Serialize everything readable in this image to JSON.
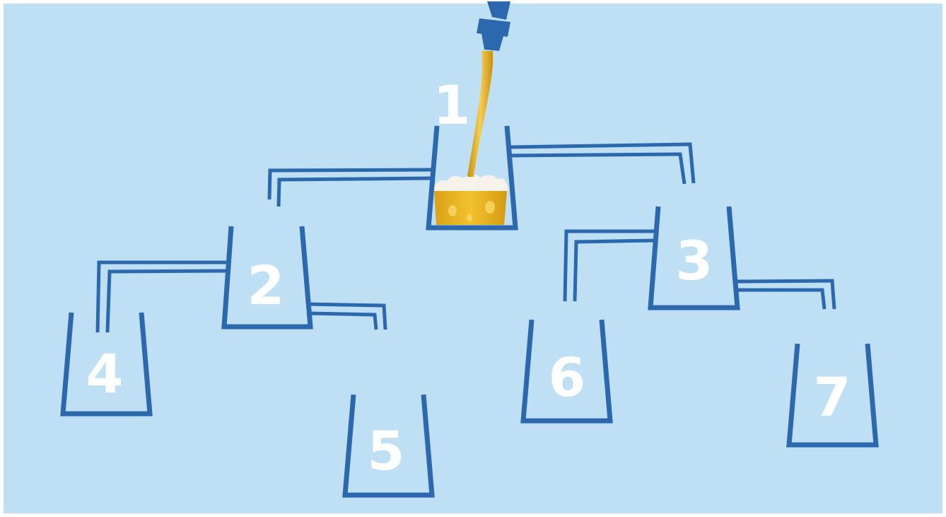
{
  "puzzle": {
    "colors": {
      "background": "#bfe0f4",
      "frame": "#ffffff",
      "glass": "#2b68ad",
      "beer": "#e8b41c",
      "beer_dark": "#c48a0c",
      "foam": "#f6f4ea",
      "label": "#ffffff"
    },
    "tap_icon": "beer-tap-icon",
    "glasses": [
      {
        "id": "1",
        "label": "1",
        "filled": true
      },
      {
        "id": "2",
        "label": "2",
        "filled": false
      },
      {
        "id": "3",
        "label": "3",
        "filled": false
      },
      {
        "id": "4",
        "label": "4",
        "filled": false
      },
      {
        "id": "5",
        "label": "5",
        "filled": false
      },
      {
        "id": "6",
        "label": "6",
        "filled": false
      },
      {
        "id": "7",
        "label": "7",
        "filled": false
      }
    ],
    "pipes": [
      {
        "from": "1",
        "to": "2"
      },
      {
        "from": "1",
        "to": "3"
      },
      {
        "from": "2",
        "to": "4"
      },
      {
        "from": "2",
        "to": "5"
      },
      {
        "from": "3",
        "to": "6"
      },
      {
        "from": "3",
        "to": "7"
      }
    ]
  }
}
